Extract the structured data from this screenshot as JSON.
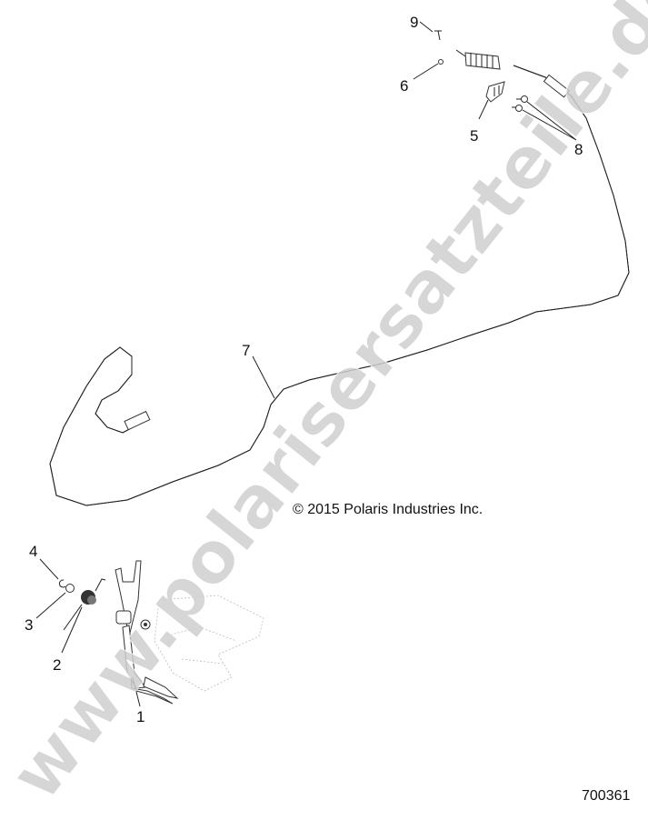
{
  "diagram": {
    "callouts": [
      "1",
      "2",
      "3",
      "4",
      "5",
      "6",
      "7",
      "8",
      "9"
    ],
    "copyright": "© 2015 Polaris Industries Inc.",
    "drawing_number": "700361",
    "watermark": "www.polarisersatzteile.de"
  }
}
